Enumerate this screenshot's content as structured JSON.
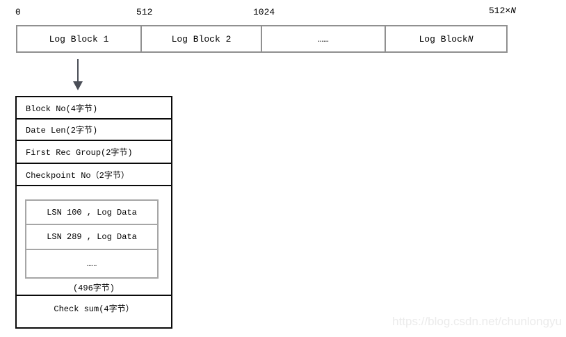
{
  "ruler": {
    "ticks": [
      "0",
      "512",
      "1024"
    ],
    "tick_n": {
      "prefix": "512×",
      "n": "N"
    }
  },
  "bar": {
    "cells": [
      "Log Block 1",
      "Log Block 2",
      "……"
    ],
    "cell_n": {
      "prefix": "Log Block ",
      "n": "N"
    }
  },
  "block_detail": {
    "header_rows": [
      "Block No(4字节)",
      "Date Len(2字节)",
      "First Rec Group(2字节)",
      "Checkpoint No（2字节）"
    ],
    "records": [
      "LSN 100 , Log Data",
      "LSN 289 , Log Data",
      "……"
    ],
    "records_size": "(496字节)",
    "checksum": "Check sum(4字节）"
  },
  "watermark": "https://blog.csdn.net/chunlongyu",
  "colors": {
    "bar_border": "#909090",
    "detail_border": "#0a0a0a",
    "records_border": "#a6a6a6",
    "arrow": "#4a4e57",
    "watermark_text": "#ebebeb"
  }
}
